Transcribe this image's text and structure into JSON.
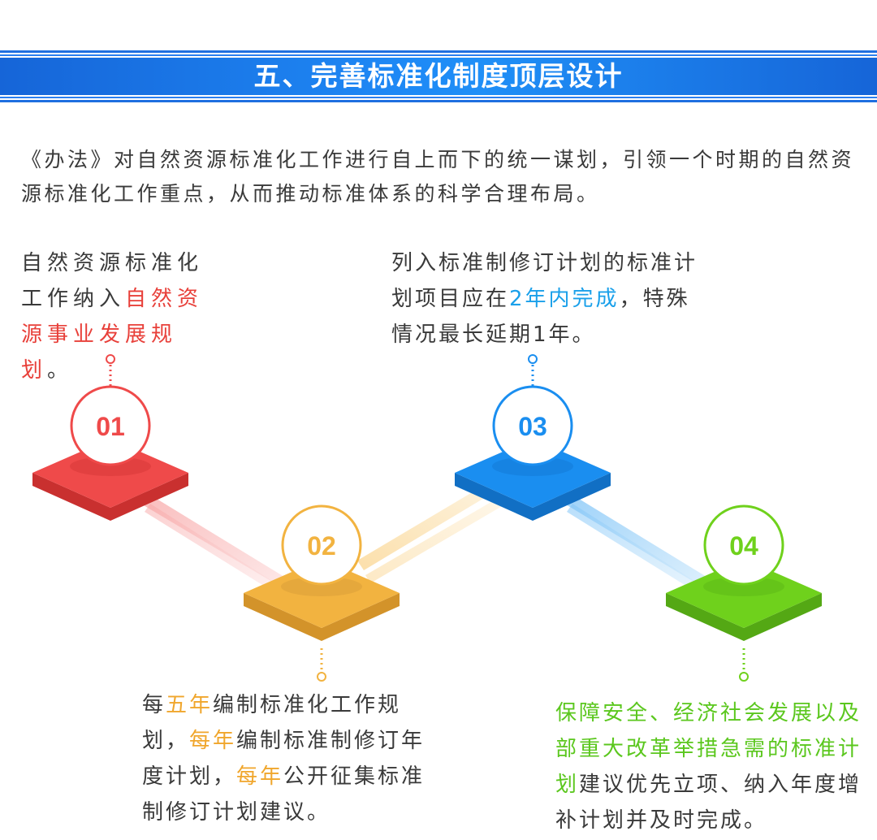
{
  "header": {
    "title": "五、完善标准化制度顶层设计"
  },
  "intro": {
    "text": "《办法》对自然资源标准化工作进行自上而下的统一谋划，引领一个时期的自然资源标准化工作重点，从而推动标准体系的科学合理布局。"
  },
  "steps": [
    {
      "number": "01",
      "color": "#ef4a4a",
      "text_parts": [
        "自然资源标准化",
        "工作纳入",
        "自然资",
        "源事业发展规划",
        "。"
      ]
    },
    {
      "number": "02",
      "color": "#f2b340",
      "text_parts": [
        "每",
        "五年",
        "编制标准化工作规划，",
        "每年",
        "编制标准制修订年度计划，",
        "每年",
        "公开征集标准制修订计划建议。"
      ]
    },
    {
      "number": "03",
      "color": "#1a8ef0",
      "text_parts": [
        "列入标准制修订计划的标准计划项目应在",
        "2年内完成",
        "，特殊情况最长延期1年。"
      ]
    },
    {
      "number": "04",
      "color": "#6fd11c",
      "text_parts": [
        "保障安全、经济社会发展以及部重大改革举措急需的标准计划",
        "建议优先立项、纳入年度增补计划并及时完成。"
      ]
    }
  ],
  "colors": {
    "banner": "#1e7fef",
    "red": "#e8403a",
    "orange": "#f0a62c",
    "blue": "#1aa0ea",
    "green": "#5bc71e"
  }
}
